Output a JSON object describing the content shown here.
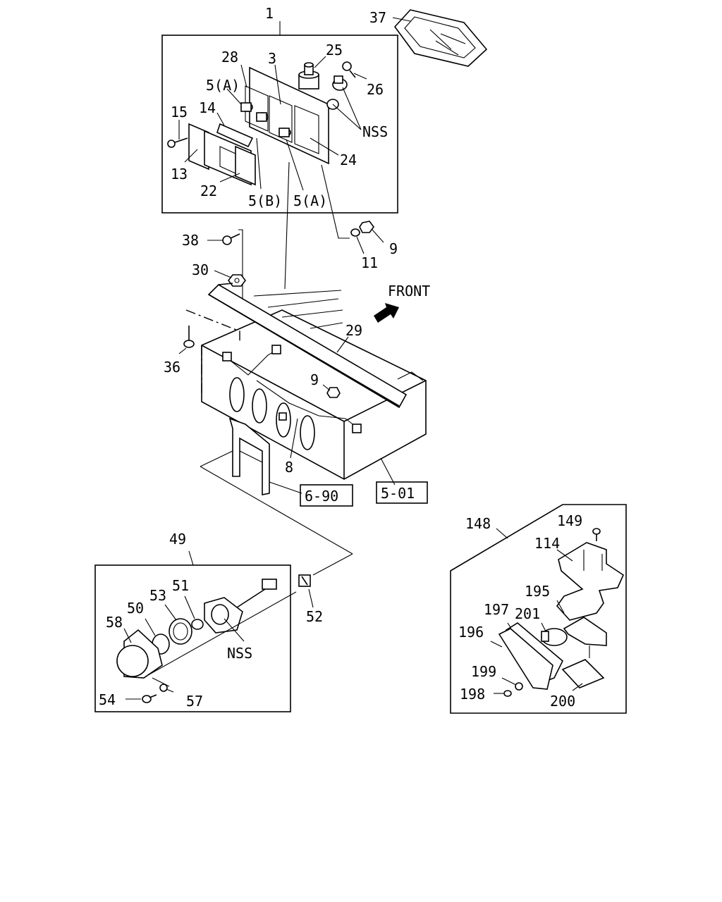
{
  "callouts": {
    "c1": "1",
    "c37": "37",
    "c28": "28",
    "c3": "3",
    "c25": "25",
    "c26": "26",
    "c5a_top": "5(A)",
    "c15": "15",
    "c14": "14",
    "c13": "13",
    "c22": "22",
    "c5b": "5(B)",
    "c5a_bottom": "5(A)",
    "c24": "24",
    "c_nss_top": "NSS",
    "c38": "38",
    "c30": "30",
    "c9_right": "9",
    "c11": "11",
    "c36": "36",
    "c29": "29",
    "c9_mid": "9",
    "c8": "8",
    "c49": "49",
    "c51": "51",
    "c53": "53",
    "c50": "50",
    "c58": "58",
    "c52": "52",
    "c_nss_bottom": "NSS",
    "c54": "54",
    "c57": "57",
    "c148": "148",
    "c149": "149",
    "c114": "114",
    "c195": "195",
    "c197": "197",
    "c201": "201",
    "c196": "196",
    "c199": "199",
    "c198": "198",
    "c200": "200"
  },
  "front_label": "FRONT",
  "references": {
    "ref_6_90": "6-90",
    "ref_5_01": "5-01"
  }
}
